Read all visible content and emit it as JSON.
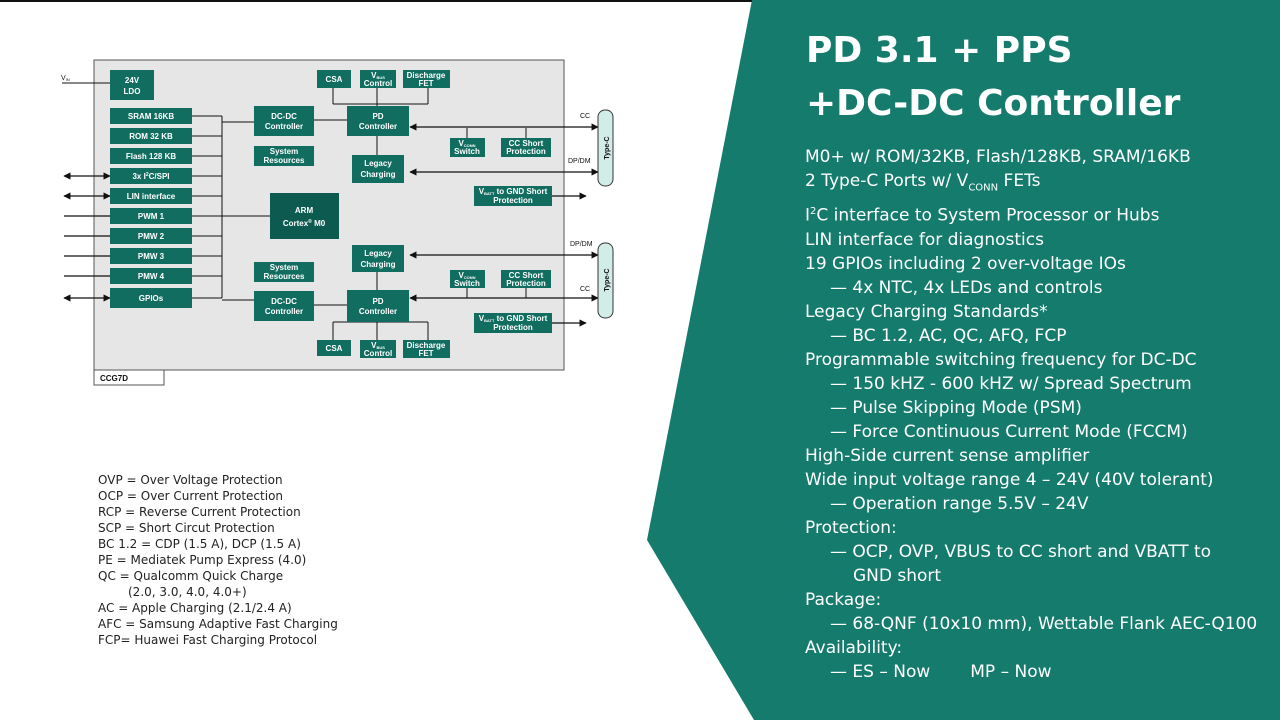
{
  "title_lines": [
    "PD 3.1 + PPS",
    "+DC-DC Controller"
  ],
  "features": {
    "l1": "M0+ w/ ROM/32KB, Flash/128KB, SRAM/16KB",
    "l2_pre": "2 Type-C Ports w/ V",
    "l2_sub": "CONN",
    "l2_post": " FETs",
    "l3_pre": "I",
    "l3_sup": "2",
    "l3_post": "C interface to System Processor or Hubs",
    "l4": "LIN interface for diagnostics",
    "l5": "19 GPIOs including 2 over-voltage IOs",
    "l6": "— 4x NTC, 4x LEDs and controls",
    "l7": "Legacy Charging Standards*",
    "l8": "— BC 1.2, AC, QC, AFQ, FCP",
    "l9": "Programmable switching frequency for DC-DC",
    "l10": "— 150 kHZ - 600 kHZ w/ Spread Spectrum",
    "l11": "— Pulse Skipping Mode (PSM)",
    "l12": "— Force Continuous Current Mode (FCCM)",
    "l13": "High-Side current sense amplifier",
    "l14": "Wide input voltage range 4 – 24V (40V tolerant)",
    "l15": "— Operation range 5.5V – 24V",
    "l16": "Protection:",
    "l17": "— OCP, OVP, VBUS to CC short and VBATT to",
    "l17b": "GND short",
    "l18": "Package:",
    "l19": "— 68-QNF (10x10 mm), Wettable Flank AEC-Q100",
    "l20": "Availability:",
    "l21a": "— ES – Now",
    "l21b": "MP – Now"
  },
  "legend": {
    "ovp": "OVP = Over Voltage Protection",
    "ocp": "OCP = Over Current Protection",
    "rcp": "RCP = Reverse Current Protection",
    "scp": "SCP = Short Circut Protection",
    "bc": "BC 1.2 = CDP (1.5 A), DCP (1.5 A)",
    "pe": "PE = Mediatek Pump Express (4.0)",
    "qc": "QC = Qualcomm Quick Charge",
    "qc2": "(2.0, 3.0, 4.0, 4.0+)",
    "ac": "AC = Apple Charging (2.1/2.4 A)",
    "afc": "AFC = Samsung Adaptive Fast Charging",
    "fcp": "FCP= Huawei Fast Charging Protocol"
  },
  "diagram": {
    "chip_name": "CCG7D",
    "vin_v": "V",
    "vin_sub": "IN",
    "ldo": [
      "24V",
      "LDO"
    ],
    "sram": "SRAM 16KB",
    "rom": "ROM 32 KB",
    "flash": "Flash 128 KB",
    "i2c_pre": "3x I",
    "i2c_sup": "2",
    "i2c_post": "C/SPI",
    "lin": "LIN interface",
    "pwm1": "PWM 1",
    "pmw2": "PMW 2",
    "pmw3": "PMW 3",
    "pmw4": "PMW 4",
    "gpios": "GPIOs",
    "arm": "ARM",
    "cortex": "Cortex",
    "reg": "®",
    "m0": " M0",
    "dcdc": [
      "DC-DC",
      "Controller"
    ],
    "sysres": [
      "System",
      "Resources"
    ],
    "csa": "CSA",
    "vbus_v": "V",
    "vbus_sub": "BUS",
    "control": "Control",
    "discharge": [
      "Discharge",
      "FET"
    ],
    "pd": [
      "PD",
      "Controller"
    ],
    "legacy": [
      "Legacy",
      "Charging"
    ],
    "vconn_v": "V",
    "vconn_sub": "CONN",
    "switch": "Switch",
    "ccshort": [
      "CC Short",
      "Protection"
    ],
    "vbatt_v": "V",
    "vbatt_sub": "BATT",
    "vbatt_post": " to GND Short",
    "protection": "Protection",
    "cc": "CC",
    "dpdm": "DP/DM",
    "typec": "Type-C"
  },
  "colors": {
    "teal": "#147b6d",
    "block": "#116d60",
    "chip_bg": "#e6e6e6"
  }
}
